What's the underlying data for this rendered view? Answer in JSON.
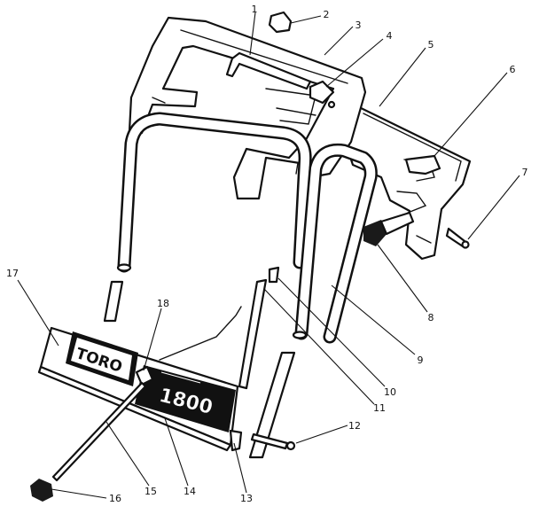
{
  "diagram": {
    "callouts": [
      "1",
      "2",
      "3",
      "4",
      "5",
      "6",
      "7",
      "8",
      "9",
      "10",
      "11",
      "12",
      "13",
      "14",
      "15",
      "16",
      "17",
      "18"
    ],
    "panel_logo": "TORO",
    "panel_model": "1800"
  }
}
